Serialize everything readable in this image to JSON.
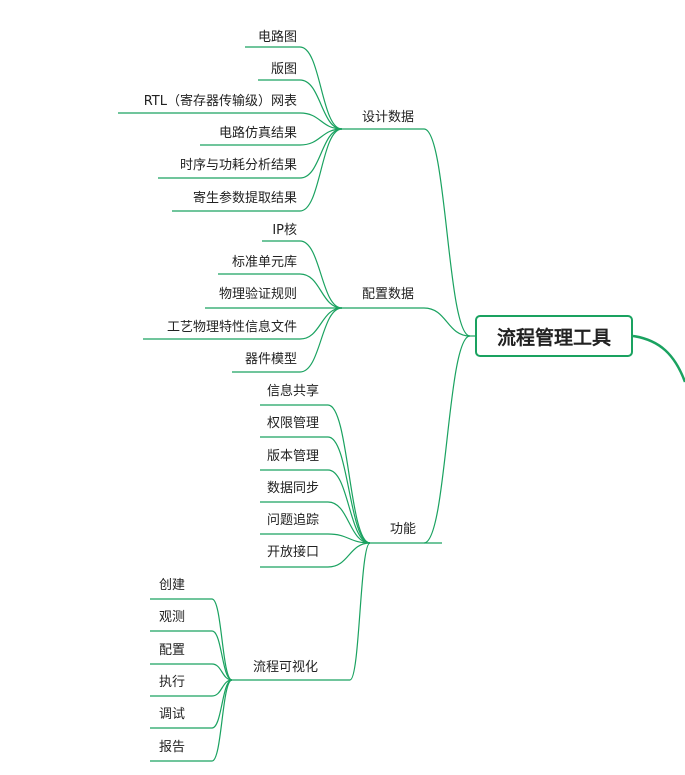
{
  "colors": {
    "line": "#1aa260",
    "text": "#222222"
  },
  "root": {
    "label": "流程管理工具"
  },
  "branches": [
    {
      "label": "设计数据",
      "children": [
        "电路图",
        "版图",
        "RTL（寄存器传输级）网表",
        "电路仿真结果",
        "时序与功耗分析结果",
        "寄生参数提取结果"
      ]
    },
    {
      "label": "配置数据",
      "children": [
        "IP核",
        "标准单元库",
        "物理验证规则",
        "工艺物理特性信息文件",
        "器件模型"
      ]
    },
    {
      "label": "功能",
      "children": [
        "信息共享",
        "权限管理",
        "版本管理",
        "数据同步",
        "问题追踪",
        "开放接口"
      ],
      "sub": {
        "label": "流程可视化",
        "children": [
          "创建",
          "观测",
          "配置",
          "执行",
          "调试",
          "报告"
        ]
      }
    }
  ]
}
